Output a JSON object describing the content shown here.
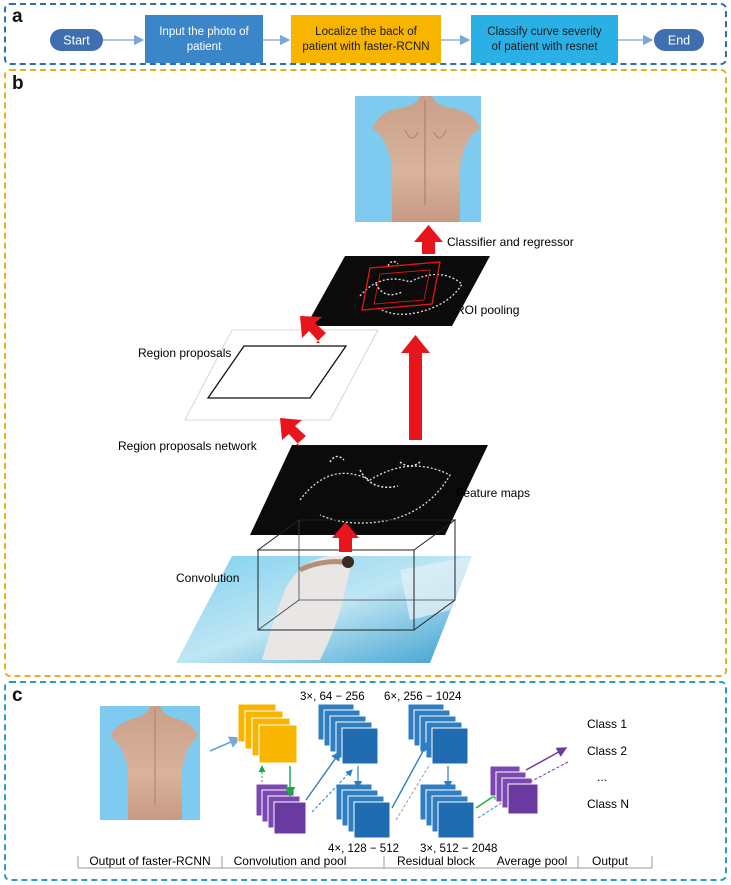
{
  "panel_a": {
    "label": "a",
    "start": "Start",
    "step1": [
      "Input the photo of",
      "patient"
    ],
    "step2": [
      "Localize the back of",
      "patient with faster-RCNN"
    ],
    "step3": [
      "Classify curve severity",
      "of patient with resnet"
    ],
    "end": "End"
  },
  "panel_b": {
    "label": "b",
    "classifier": "Classifier and regressor",
    "roi": "ROI pooling",
    "region_proposals": "Region proposals",
    "rpn": "Region proposals network",
    "feature_maps": "Feature maps",
    "convolution": "Convolution"
  },
  "panel_c": {
    "label": "c",
    "dims_top_1": "3×, 64 − 256",
    "dims_top_2": "6×, 256 − 1024",
    "dims_bot_1": "4×, 128 − 512",
    "dims_bot_2": "3×, 512 − 2048",
    "class1": "Class 1",
    "class2": "Class 2",
    "ellipsis": "...",
    "classN": "Class N",
    "sections": [
      "Output of faster-RCNN",
      "Convolution and pool",
      "Residual block",
      "Average pool",
      "Output"
    ]
  },
  "colors": {
    "panel_a_border": "#2e6fae",
    "panel_b_border": "#e3b21d",
    "panel_c_border": "#2a9bc6",
    "oval": "#3f6fb0",
    "step1": "#3a86c8",
    "step2": "#f7b500",
    "step3": "#2bb0e6",
    "arrow_red": "#e8161c"
  }
}
